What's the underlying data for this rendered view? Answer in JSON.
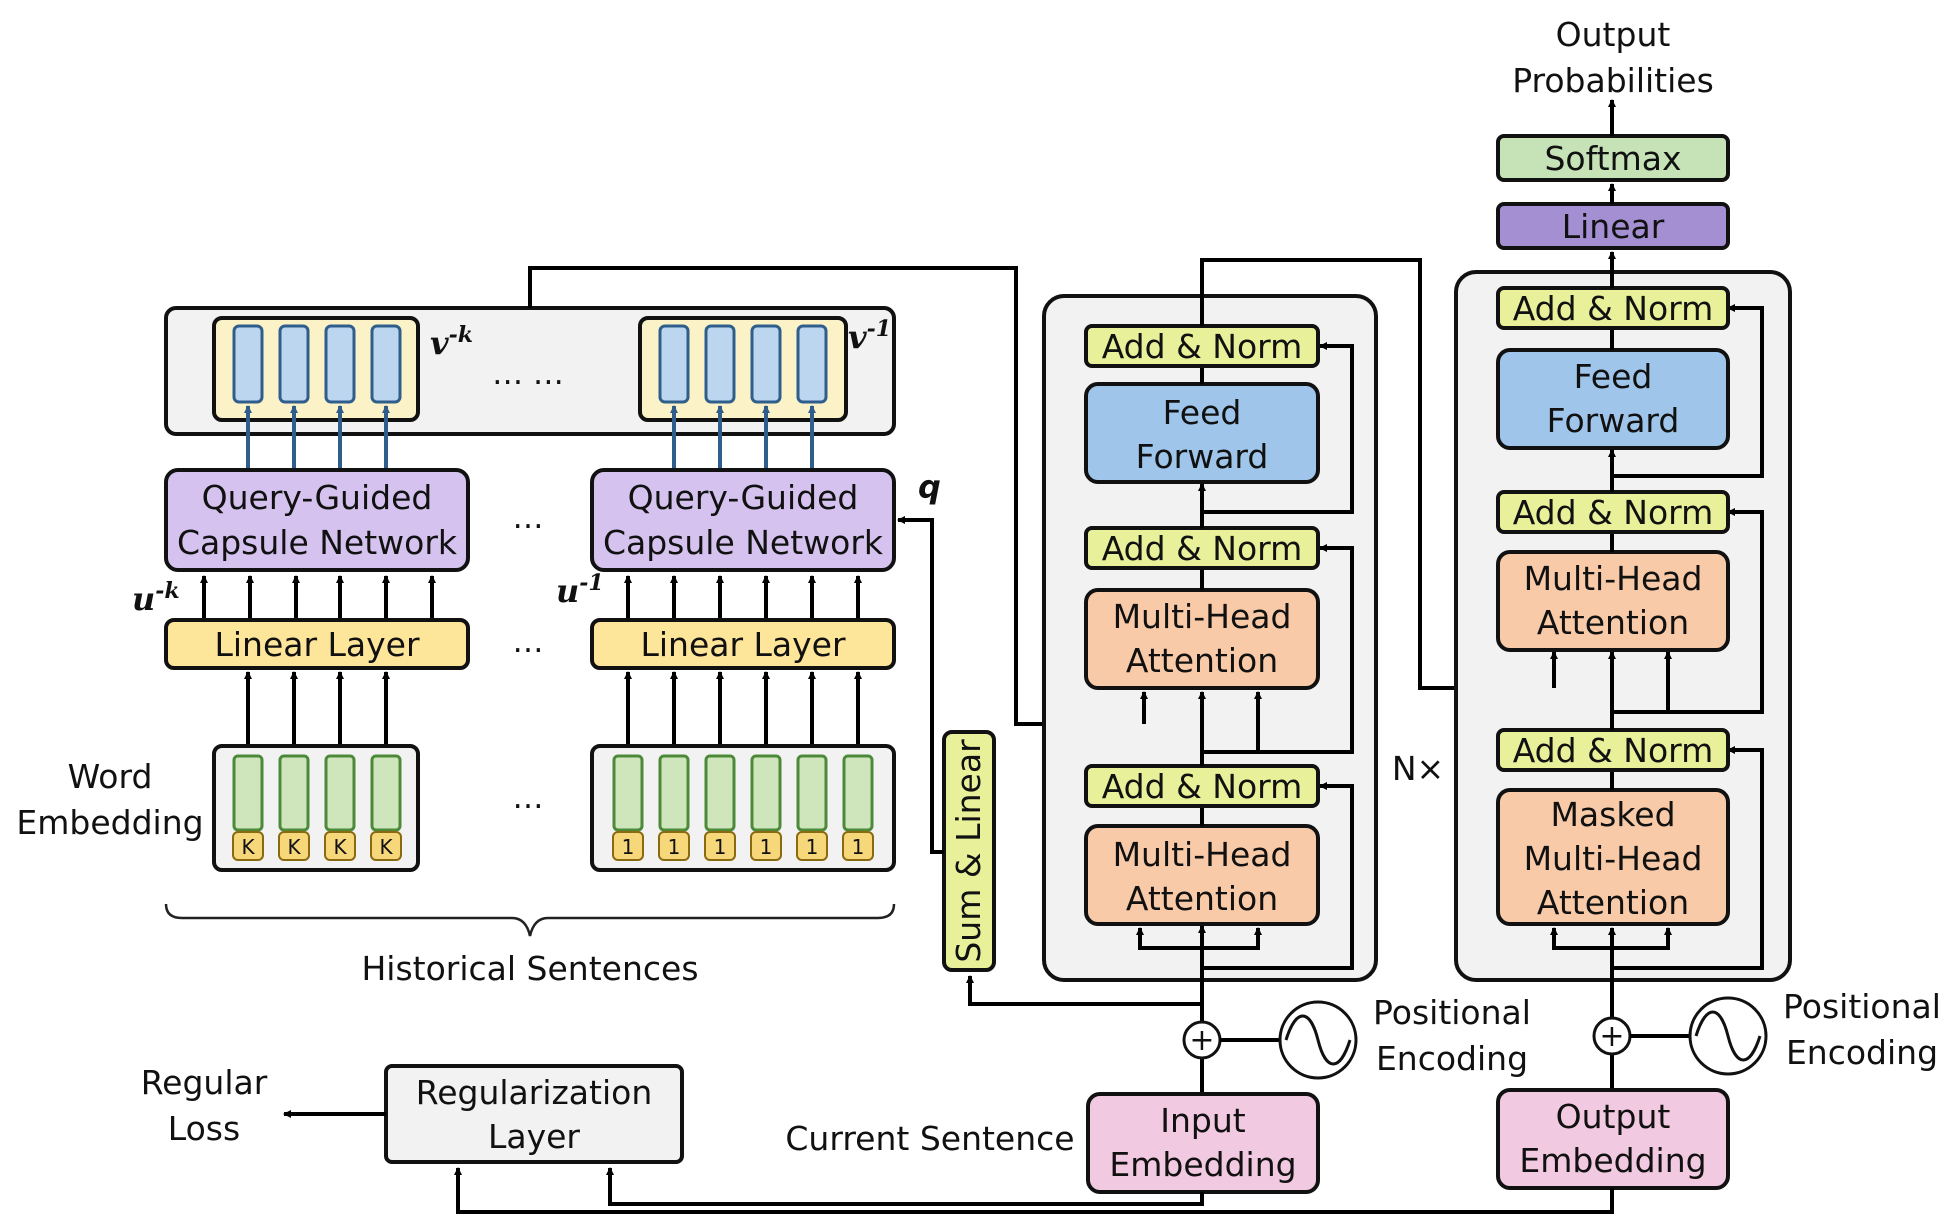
{
  "labels": {
    "output_probabilities_1": "Output",
    "output_probabilities_2": "Probabilities",
    "softmax": "Softmax",
    "linear": "Linear",
    "add_norm": "Add & Norm",
    "feed_forward_1": "Feed",
    "feed_forward_2": "Forward",
    "mha_1": "Multi-Head",
    "mha_2": "Attention",
    "masked": "Masked",
    "nx": "N×",
    "capsule_1": "Query-Guided",
    "capsule_2": "Capsule Network",
    "linear_layer": "Linear Layer",
    "word_embedding_1": "Word",
    "word_embedding_2": "Embedding",
    "historical_sentences": "Historical Sentences",
    "sum_linear": "Sum & Linear",
    "positional_1": "Positional",
    "positional_2": "Encoding",
    "input_embedding_1": "Input",
    "input_embedding_2": "Embedding",
    "output_embedding_1": "Output",
    "output_embedding_2": "Embedding",
    "current_sentence": "Current Sentence",
    "regularization_1": "Regularization",
    "regularization_2": "Layer",
    "regular_loss_1": "Regular",
    "regular_loss_2": "Loss",
    "ellipsis_wide": "… …",
    "ellipsis": "…",
    "token_k": "K",
    "token_1": "1",
    "plus": "+"
  },
  "math": {
    "v": "v",
    "v_k_sup": "-k",
    "v_1_sup": "-1",
    "u": "u",
    "u_k_sup": "-k",
    "u_1_sup": "-1",
    "q": "q"
  },
  "colors": {
    "panel": "#f2f2f2",
    "capsule": "#d5c2ee",
    "linear_layer": "#fde59a",
    "add_norm": "#e8f19a",
    "feed_forward": "#9fc6ea",
    "attention": "#f8caa8",
    "embedding": "#f1c9e0",
    "softmax": "#c6e3b7",
    "linear": "#a48fd2",
    "word_vec": "#cfe6bd",
    "capsule_vec": "#bcd6f0",
    "capsule_group": "#fbf2c8",
    "token": "#f6d77a",
    "regularization": "#f2f2f2",
    "blue_arrow": "#2f5d8c"
  }
}
